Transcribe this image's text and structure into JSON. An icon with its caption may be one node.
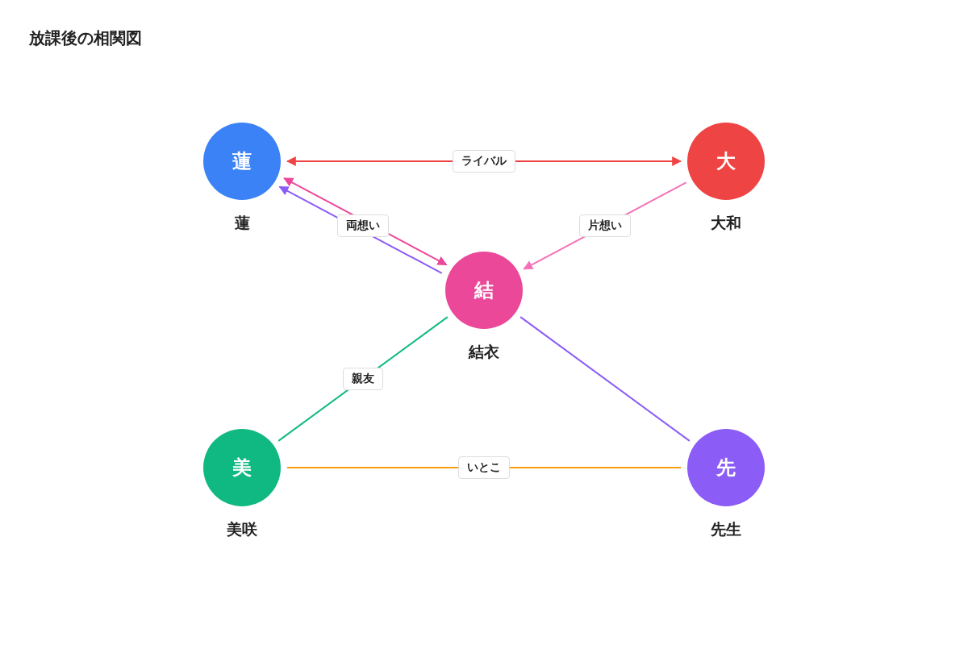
{
  "diagram": {
    "title": "放課後の相関図",
    "nodes": [
      {
        "text": [
          "蓮"
        ],
        "beside": [
          "蓮"
        ]
      },
      {
        "text": [
          "大"
        ],
        "beside": [
          "大和"
        ]
      },
      {
        "text": [
          "結"
        ],
        "beside": [
          "結衣"
        ]
      },
      {
        "text": [
          "美"
        ],
        "beside": [
          "美咲"
        ]
      },
      {
        "text": [
          "先"
        ],
        "beside": [
          "先生"
        ]
      }
    ],
    "edges": [
      {
        "from": 0,
        "to": 1,
        "arrow": "both",
        "label": "ライバル",
        "color": "#ef4444"
      },
      {
        "from": 0,
        "to": 2,
        "arrow": "both",
        "label": "両想い",
        "color": "#ec4899"
      },
      {
        "from": 2,
        "to": 0,
        "arrow": "to",
        "color": "#8b5cf6"
      },
      {
        "from": 1,
        "to": 2,
        "arrow": "to",
        "label": "片想い",
        "color": "#f472b6"
      },
      {
        "from": 2,
        "to": 3,
        "arrow": "none",
        "label": "親友",
        "color": "#10b981"
      },
      {
        "from": 3,
        "to": 4,
        "arrow": "none",
        "label": "いとこ",
        "color": "#f59e0b"
      },
      {
        "from": 2,
        "to": 4,
        "arrow": "none",
        "color": "#8b5cf6"
      }
    ]
  }
}
